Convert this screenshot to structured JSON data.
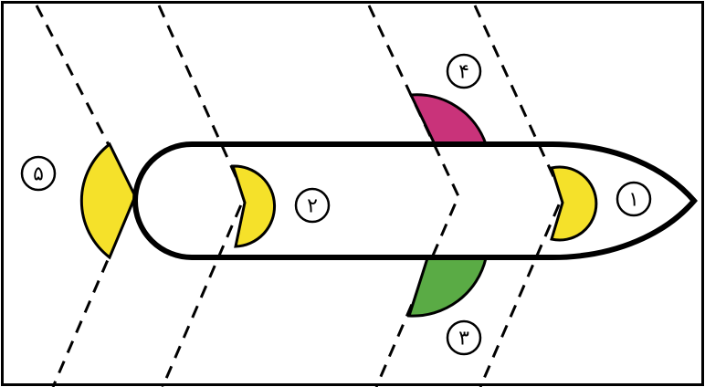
{
  "colors": {
    "frame": "#000000",
    "outline": "#000000",
    "yellow": "#f5e12a",
    "magenta": "#c9337a",
    "green": "#5aab45",
    "background": "#ffffff"
  },
  "labels": {
    "one": "۱",
    "two": "۲",
    "three": "۳",
    "four": "۴",
    "five": "۵"
  },
  "icons": {
    "chevron_shape": "yellow-chevron-half-disc",
    "dashed_line": "dashed-cut-line"
  }
}
